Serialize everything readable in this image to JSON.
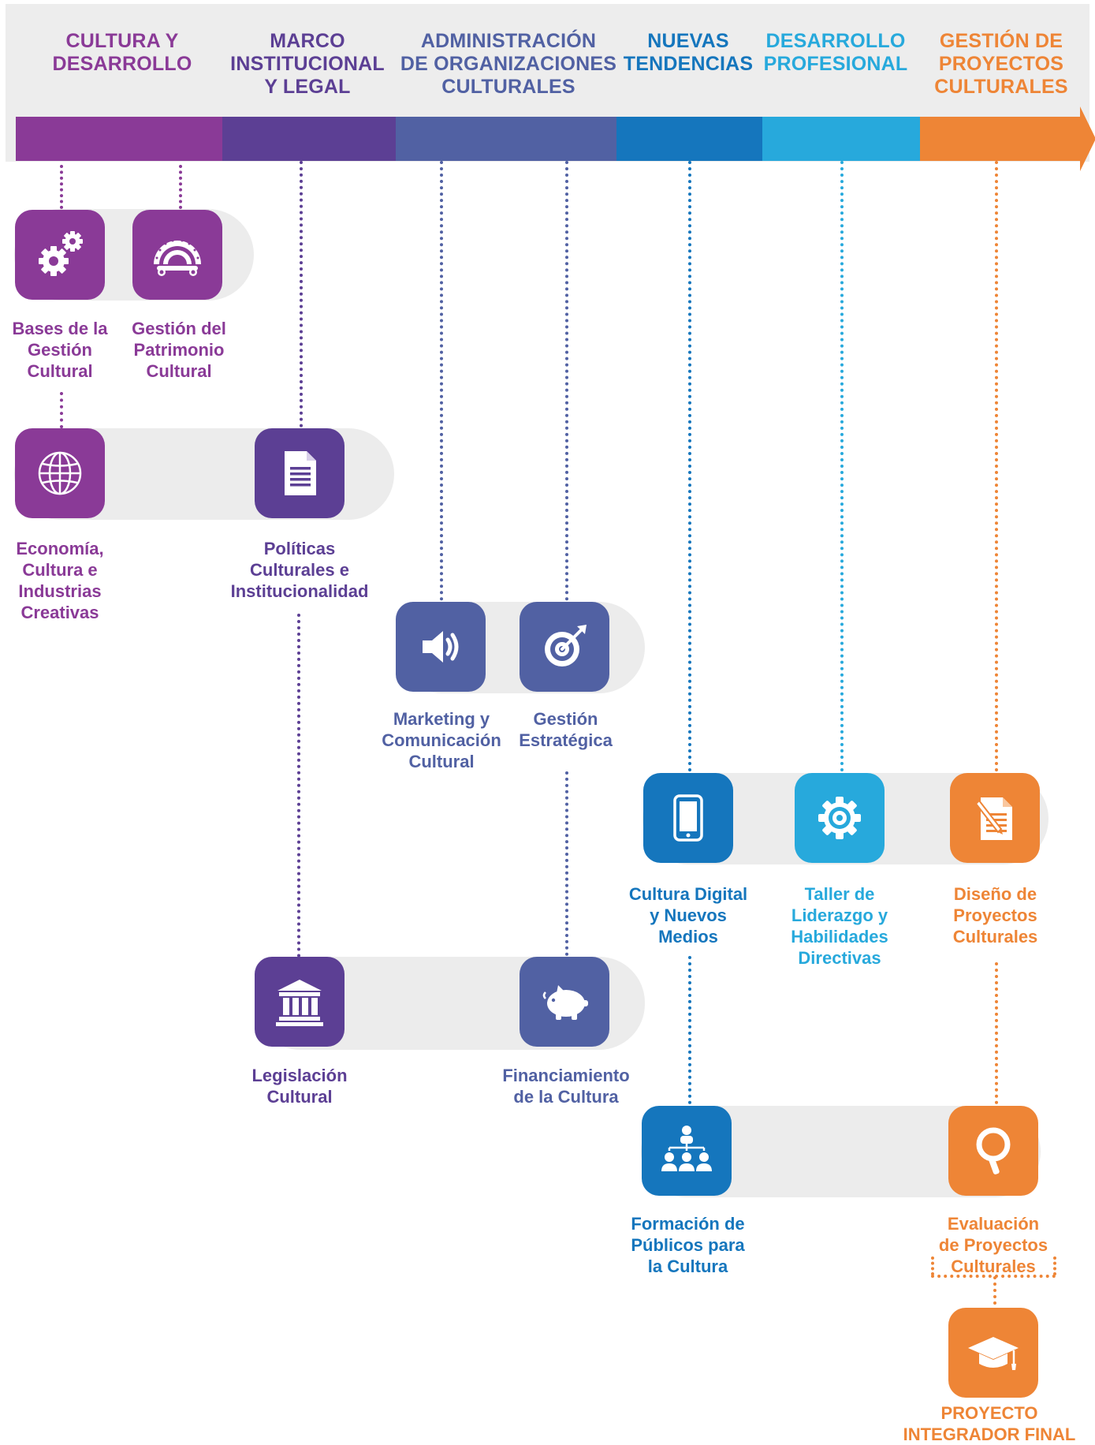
{
  "colors": {
    "cultura": "#8a3a97",
    "marco": "#5c3f94",
    "administracion": "#5161a3",
    "nuevas": "#1576bd",
    "desarrollo": "#27a9dc",
    "gestion_proyectos": "#ee8536",
    "pill_background": "#ececec",
    "header_background": "#ededed"
  },
  "areas": [
    {
      "title_lines": [
        "CULTURA Y",
        "DESARROLLO"
      ]
    },
    {
      "title_lines": [
        "MARCO",
        "INSTITUCIONAL",
        "Y LEGAL"
      ]
    },
    {
      "title_lines": [
        "ADMINISTRACIÓN",
        "DE ORGANIZACIONES",
        "CULTURALES"
      ]
    },
    {
      "title_lines": [
        "NUEVAS",
        "TENDENCIAS"
      ]
    },
    {
      "title_lines": [
        "DESARROLLO",
        "PROFESIONAL"
      ]
    },
    {
      "title_lines": [
        "GESTIÓN DE",
        "PROYECTOS",
        "CULTURALES"
      ]
    }
  ],
  "courses": {
    "bases": {
      "label_lines": [
        "Bases de la",
        "Gestión",
        "Cultural"
      ],
      "icon": "gears-icon"
    },
    "patrimonio": {
      "label_lines": [
        "Gestión del",
        "Patrimonio",
        "Cultural"
      ],
      "icon": "heritage-arch-icon"
    },
    "economia": {
      "label_lines": [
        "Economía,",
        "Cultura e",
        "Industrias",
        "Creativas"
      ],
      "icon": "globe-icon"
    },
    "politicas": {
      "label_lines": [
        "Políticas",
        "Culturales e",
        "Institucionalidad"
      ],
      "icon": "document-icon"
    },
    "marketing": {
      "label_lines": [
        "Marketing y",
        "Comunicación",
        "Cultural"
      ],
      "icon": "speaker-icon"
    },
    "estrategica": {
      "label_lines": [
        "Gestión",
        "Estratégica"
      ],
      "icon": "target-icon"
    },
    "digital": {
      "label_lines": [
        "Cultura Digital",
        "y Nuevos",
        "Medios"
      ],
      "icon": "tablet-icon"
    },
    "liderazgo": {
      "label_lines": [
        "Taller de",
        "Liderazgo y",
        "Habilidades",
        "Directivas"
      ],
      "icon": "settings-gear-icon"
    },
    "diseno": {
      "label_lines": [
        "Diseño de",
        "Proyectos",
        "Culturales"
      ],
      "icon": "edit-document-icon"
    },
    "legislacion": {
      "label_lines": [
        "Legislación",
        "Cultural"
      ],
      "icon": "institution-building-icon"
    },
    "financiamiento": {
      "label_lines": [
        "Financiamiento",
        "de la Cultura"
      ],
      "icon": "piggy-bank-icon"
    },
    "publicos": {
      "label_lines": [
        "Formación de",
        "Públicos para",
        "la Cultura"
      ],
      "icon": "audience-network-icon"
    },
    "evaluacion": {
      "label_lines": [
        "Evaluación",
        "de Proyectos",
        "Culturales"
      ],
      "icon": "magnifier-icon"
    },
    "integrador": {
      "label_lines": [
        "PROYECTO",
        "INTEGRADOR FINAL"
      ],
      "icon": "graduation-cap-icon"
    }
  }
}
